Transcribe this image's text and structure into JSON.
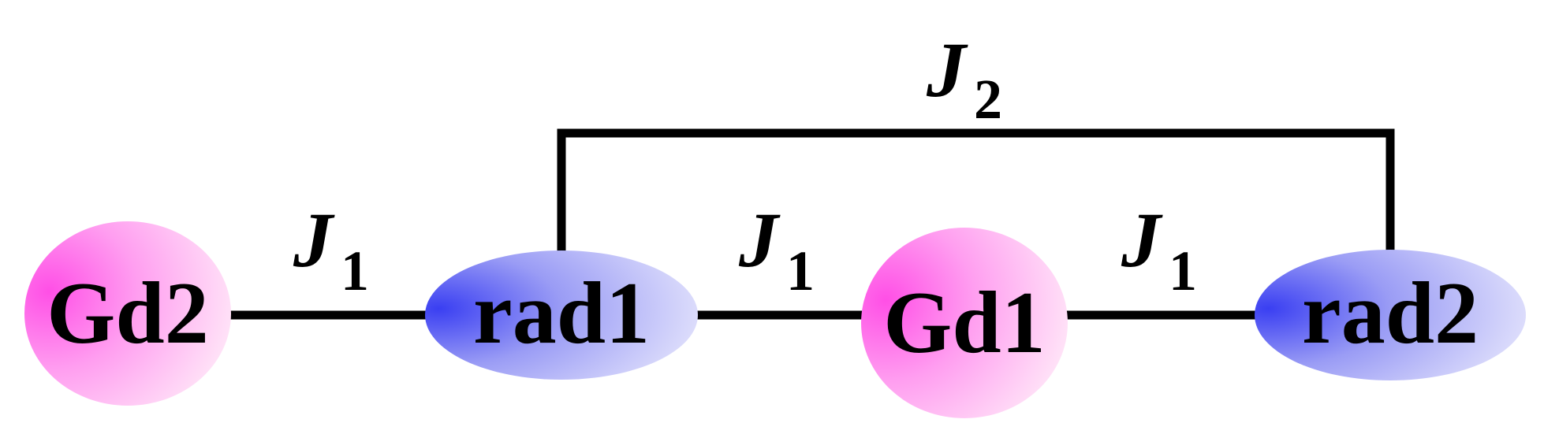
{
  "nodes": {
    "gd2": "Gd2",
    "rad1": "rad1",
    "gd1": "Gd1",
    "rad2": "rad2"
  },
  "couplings": {
    "j1_left": {
      "symbol": "J",
      "subscript": "1"
    },
    "j1_middle": {
      "symbol": "J",
      "subscript": "1"
    },
    "j1_right": {
      "symbol": "J",
      "subscript": "1"
    },
    "j2_top": {
      "symbol": "J",
      "subscript": "2"
    }
  },
  "colors": {
    "gd_core": "#ff4fe6",
    "gd_edge": "#ffe6f7",
    "rad_core": "#3a3ff2",
    "rad_edge": "#dcdcfb",
    "line": "#000000"
  }
}
